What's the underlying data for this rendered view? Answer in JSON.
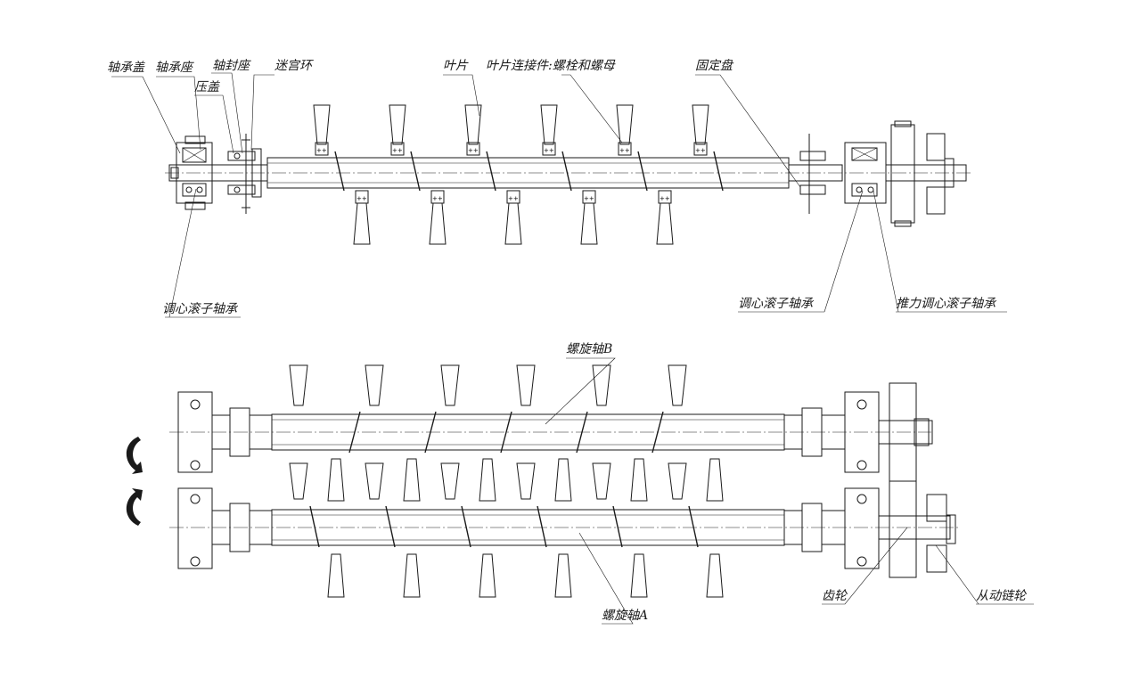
{
  "top_view": {
    "labels": {
      "bearing_cover": "轴承盖",
      "bearing_seat": "轴承座",
      "shaft_seal_seat": "轴封座",
      "labyrinth_ring": "迷宫环",
      "gland": "压盖",
      "blade": "叶片",
      "blade_connector": "叶片连接件:螺栓和螺母",
      "fixed_plate": "固定盘",
      "self_aligning_bearing_left": "调心滚子轴承",
      "self_aligning_bearing_right": "调心滚子轴承",
      "thrust_self_aligning_bearing": "推力调心滚子轴承"
    }
  },
  "bottom_view": {
    "labels": {
      "screw_shaft_b": "螺旋轴B",
      "screw_shaft_a": "螺旋轴A",
      "gear": "齿轮",
      "driven_sprocket": "从动链轮"
    }
  },
  "icons": {
    "rotation_top": "curved-arrow-clockwise-icon",
    "rotation_bottom": "curved-arrow-counterclockwise-icon"
  }
}
